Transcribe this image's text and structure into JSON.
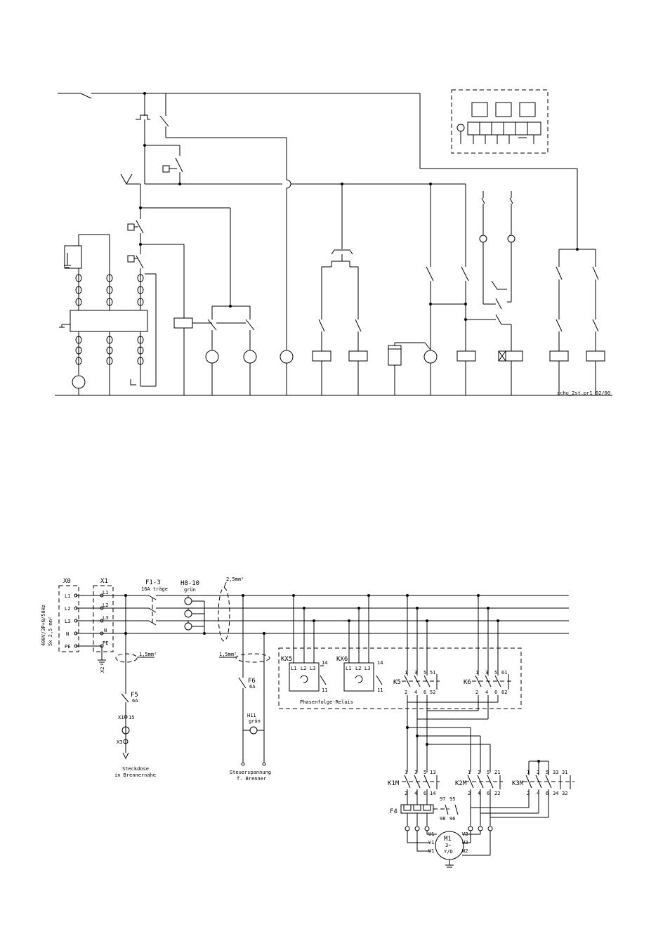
{
  "top_diagram": {
    "file_ref": "schu_2st.pr1",
    "date_ref": "02/00"
  },
  "bottom_diagram": {
    "supply_spec": "400V/3P+N/50Hz",
    "cable_spec": "5x 2,5 mm²",
    "terminal_x0": "X0",
    "terminal_x1": "X1",
    "phase_labels": [
      "L1",
      "L2",
      "L3",
      "N",
      "PE"
    ],
    "x1_labels": [
      "L1",
      "L2",
      "L3",
      "N",
      "PE"
    ],
    "earth_terminal": "X2",
    "fuse_f13": "F1-3",
    "fuse_f13_rating": "16A träge",
    "lamp_h810": "H8-10",
    "lamp_h810_color": "grün",
    "cable_25": "2,5mm²",
    "cable_15a": "1,5mm²",
    "cable_15b": "1,5mm²",
    "fuse_f5": "F5",
    "fuse_f5_rating": "6A",
    "terminal_x1_15": "X1",
    "terminal_15": "15",
    "socket_x3": "X3",
    "socket_caption_1": "Steckdose",
    "socket_caption_2": "in Brennernähe",
    "fuse_f6": "F6",
    "fuse_f6_rating": "6A",
    "lamp_h11": "H11",
    "lamp_h11_color": "grün",
    "control_caption_1": "Steuerspannung",
    "control_caption_2": "f. Brenner",
    "relay_kx5": "KX5",
    "relay_kx6": "KX6",
    "relay_caption": "Phasenfolge-Relais",
    "relay_terminals": [
      "L1",
      "L2",
      "L3"
    ],
    "relay_contacts": [
      "14",
      "11"
    ],
    "contactor_k5": "K5",
    "contactor_k6": "K6",
    "k5_top": [
      "1",
      "3",
      "5",
      "51"
    ],
    "k5_bottom": [
      "2",
      "4",
      "6",
      "52"
    ],
    "k6_top": [
      "1",
      "3",
      "5",
      "61"
    ],
    "k6_bottom": [
      "2",
      "4",
      "6",
      "62"
    ],
    "contactor_k1m": "K1M",
    "contactor_k2m": "K2M",
    "contactor_k3m": "K3M",
    "k1m_top": [
      "1",
      "3",
      "5",
      "13"
    ],
    "k1m_bottom": [
      "2",
      "4",
      "6",
      "14"
    ],
    "k2m_top": [
      "1",
      "3",
      "5",
      "21"
    ],
    "k2m_bottom": [
      "2",
      "4",
      "6",
      "22"
    ],
    "k3m_top": [
      "1",
      "3",
      "5",
      "33",
      "31"
    ],
    "k3m_bottom": [
      "2",
      "4",
      "6",
      "34",
      "32"
    ],
    "overload_f4": "F4",
    "f4_contacts": [
      "97",
      "95",
      "98",
      "96"
    ],
    "motor_m1": "M1",
    "motor_phase": "3~",
    "motor_mode": "Y/D",
    "motor_terminals": [
      "U1",
      "V1",
      "W1",
      "U2",
      "V2",
      "W2"
    ]
  }
}
